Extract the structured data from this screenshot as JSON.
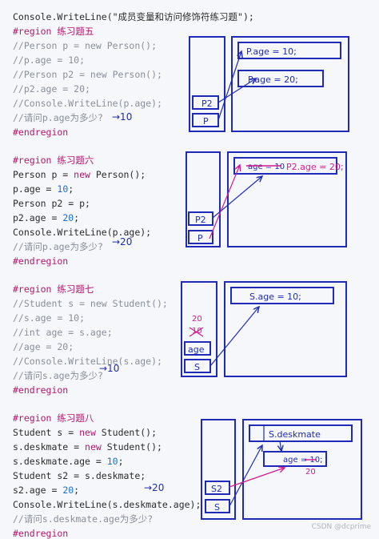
{
  "sec1": {
    "lines": [
      "Console.WriteLine(\"成员变量和访问修饰符练习题\");",
      "#region 练习题五",
      "//Person p = new Person();",
      "//p.age = 10;",
      "//Person p2 = new Person();",
      "//p2.age = 20;",
      "//Console.WriteLine(p.age);",
      "//请问p.age为多少?",
      "#endregion"
    ],
    "answer": "→10",
    "heap_top": "P.age = 10;",
    "heap_bottom": "P.age = 20;",
    "stack_top": "P2",
    "stack_bottom": "P"
  },
  "sec2": {
    "lines": [
      "#region 练习题六",
      "Person p = new Person();",
      "p.age = 10;",
      "Person p2 = p;",
      "p2.age = 20;",
      "Console.WriteLine(p.age);",
      "//请问p.age为多少?",
      "#endregion"
    ],
    "answer": "→20",
    "heap_old": "age = 10",
    "heap_new": "P2.age = 20;",
    "stack_top": "P2",
    "stack_bottom": "P"
  },
  "sec3": {
    "lines": [
      "#region 练习题七",
      "//Student s = new Student();",
      "//s.age = 10;",
      "//int age = s.age;",
      "//age = 20;",
      "//Console.WriteLine(s.age);",
      "//请问s.age为多少?",
      "#endregion"
    ],
    "answer": "→10",
    "heap": "S.age = 10;",
    "stack_new": "20",
    "stack_old": "10",
    "stack_top": "age",
    "stack_bottom": "S"
  },
  "sec4": {
    "lines": [
      "#region 练习题八",
      "Student s = new Student();",
      "s.deskmate = new Student();",
      "s.deskmate.age = 10;",
      "Student s2 = s.deskmate;",
      "s2.age = 20;",
      "Console.WriteLine(s.deskmate.age);",
      "//请问s.deskmate.age为多少?",
      "#endregion"
    ],
    "answer": "→20",
    "heap_top": "S.deskmate",
    "heap_inner": "age = 10;",
    "heap_new": "20",
    "stack_top": "S2",
    "stack_bottom": "S"
  },
  "footer": "CSDN @dcprime"
}
